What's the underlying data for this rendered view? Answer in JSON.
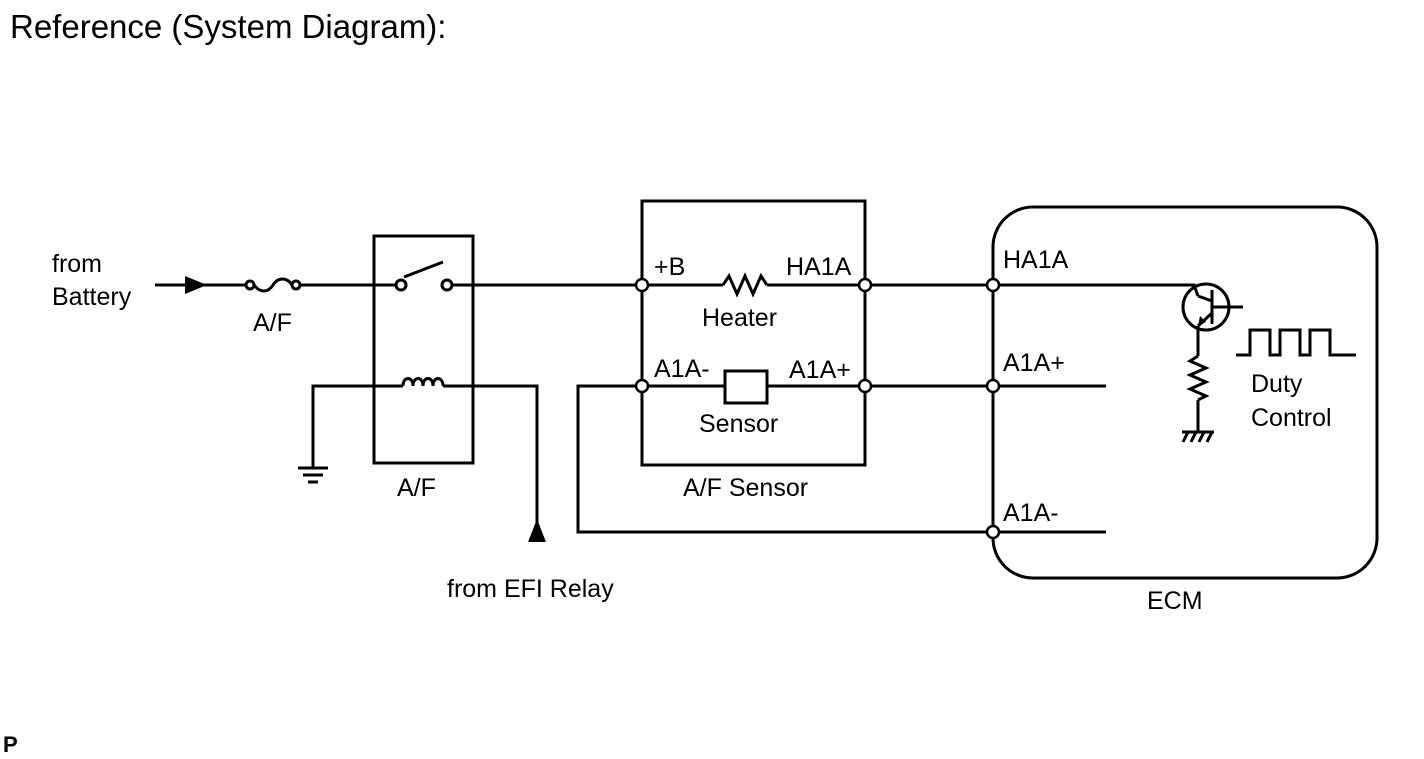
{
  "title": "Reference (System Diagram):",
  "footer_mark": "P",
  "battery_source": {
    "line1": "from",
    "line2": "Battery"
  },
  "fuse_label": "A/F",
  "relay_label": "A/F",
  "efi_relay_source": "from EFI Relay",
  "af_sensor": {
    "name": "A/F Sensor",
    "terminal_plus_b": "+B",
    "terminal_ha1a": "HA1A",
    "heater_label": "Heater",
    "terminal_a1a_minus": "A1A-",
    "terminal_a1a_plus": "A1A+",
    "sensor_label": "Sensor"
  },
  "ecm": {
    "name": "ECM",
    "terminal_ha1a": "HA1A",
    "terminal_a1a_plus": "A1A+",
    "terminal_a1a_minus": "A1A-",
    "duty_line1": "Duty",
    "duty_line2": "Control"
  }
}
